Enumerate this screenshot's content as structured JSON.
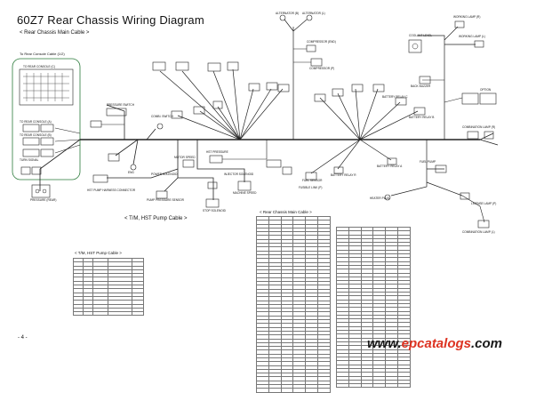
{
  "title": "60Z7 Rear Chassis Wiring Diagram",
  "subtitles": {
    "main_cable": "< Rear Chassis Main Cable >",
    "to_console": "To Rear Console Cable (1/2)",
    "tm_cable": "< T/M, HST Pump Cable >",
    "tm_pump_table": "< T/M, HST Pump Cable >",
    "main_cable_table": "< Rear Chassis Main Cable >"
  },
  "labels": {
    "alternator_b": "ALTERNATOR (B)",
    "alternator_l": "ALTERNATOR (L)",
    "compressor_end": "COMPRESSOR (END)",
    "compressor": "COMPRESSOR (P)",
    "coolant_level": "COOLANT LEVEL",
    "working_lamp_r": "WORKING LAMP (R)",
    "working_lamp_l": "WORKING LAMP (L)",
    "back_buzzer": "BACK BUZZER",
    "option": "OPTION",
    "combination_lamp_r": "COMBINATION LAMP (R)",
    "combination_lamp_l": "COMBINATION LAMP (L)",
    "license_lamp": "LICENSE LAMP (P)",
    "heater_plug": "HEATER PLUG",
    "fuel_pump": "FUEL PUMP",
    "battery_relay_c": "BATTERY RELAY C",
    "battery_relay_b": "BATTERY RELAY B",
    "battery_relay_a": "BATTERY RELAY A",
    "battery_relay_r": "BATTERY RELAY R",
    "fusible_link": "FUSIBLE LINK (P)",
    "fuel_sensor": "FUEL SENSOR",
    "machine_speed": "MACHINE SPEED",
    "injector_solenoid": "INJECTOR SOLENOID",
    "stop_solenoid": "STOP SOLENOID",
    "motor_speed": "MOTOR SPEED",
    "hst_pressure": "HST PRESSURE",
    "power_solenoid": "POWER SOLENOID",
    "hst_pump_harness": "HST PUMP HARNESS CONNECTOR",
    "pump_pressure": "PUMP PRESSURE SENSOR",
    "combi_switch": "COMBI. SWITCH",
    "pressure_sensor": "PRESSURE (REAR)",
    "pressure_switch": "PRESSURE SWITCH",
    "eng": "ENG",
    "turn_signal": "TURN SIGNAL",
    "rear_console_a": "TO REAR CONSOLE (A)",
    "rear_console_b": "TO REAR CONSOLE (B)",
    "rear_console_c": "TO REAR CONSOLE (C)",
    "gnd": "GND"
  },
  "page_number": "- 4 -",
  "watermark": {
    "prefix": "www.",
    "brand": "epcatalogs",
    "suffix": ".com"
  }
}
